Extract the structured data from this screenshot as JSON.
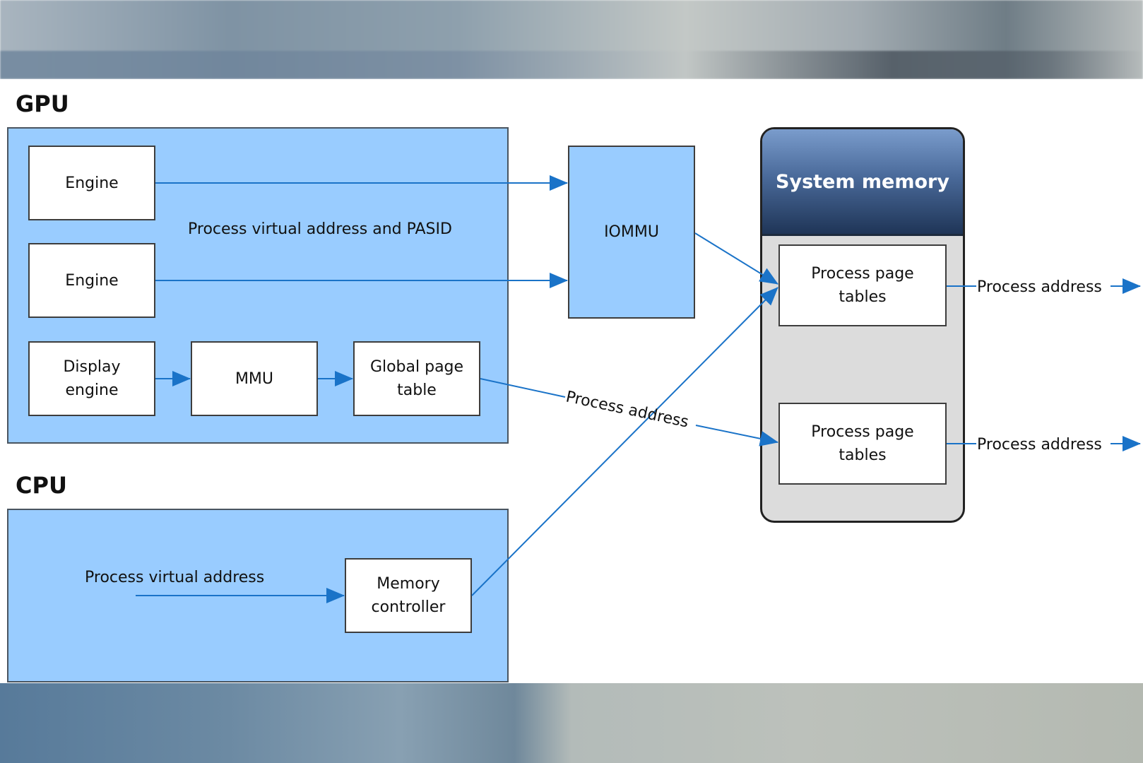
{
  "gpu": {
    "title": "GPU",
    "engine_1": "Engine",
    "engine_2": "Engine",
    "display_engine": "Display\nengine",
    "mmu": "MMU",
    "global_page_table": "Global page\ntable",
    "flow_label": "Process virtual address and PASID"
  },
  "iommu": {
    "label": "IOMMU"
  },
  "cpu": {
    "title": "CPU",
    "flow_label": "Process virtual address",
    "memory_controller": "Memory\ncontroller"
  },
  "system_memory": {
    "title": "System memory",
    "page_tables_1": "Process page\ntables",
    "page_tables_2": "Process page\ntables"
  },
  "edge_labels": {
    "gpu_to_memory": "Process address",
    "output_1": "Process address",
    "output_2": "Process address"
  },
  "colors": {
    "panel_fill": "#99ccff",
    "arrow": "#1a73c8",
    "header_dark": "#1f3557"
  }
}
